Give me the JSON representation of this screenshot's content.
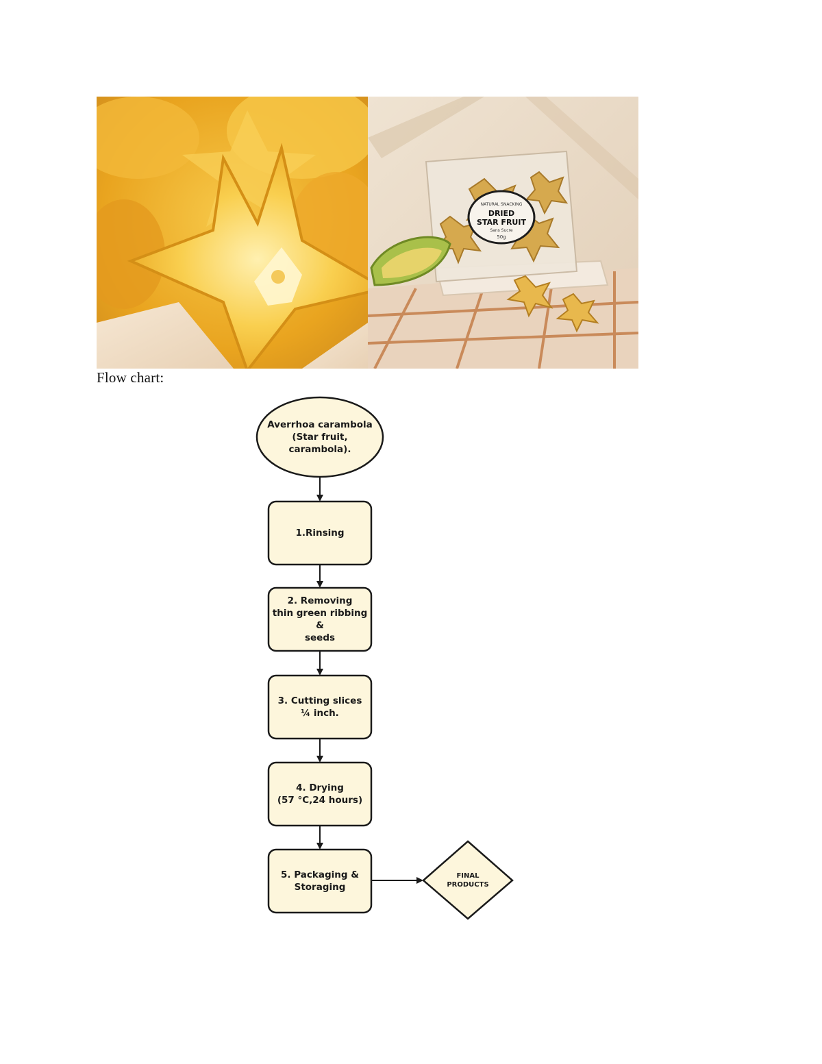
{
  "images": {
    "left_photo": "Dried star fruit slices close-up",
    "right_photo": {
      "label_brand": "NATURAL SNACKING",
      "label_title_line1": "DRIED",
      "label_title_line2": "STAR FRUIT",
      "label_sub": "Sans Sucre",
      "label_weight": "50g"
    }
  },
  "flow_heading": "Flow chart:",
  "flowchart": {
    "start": "Averrhoa carambola\n(Star fruit,\ncarambola).",
    "steps": [
      "1.Rinsing",
      "2. Removing\nthin green ribbing &\nseeds",
      "3. Cutting slices\n¼ inch.",
      "4. Drying\n(57 °C,24 hours)",
      "5. Packaging &\nStoraging"
    ],
    "end": "FINAL\nPRODUCTS"
  },
  "colors": {
    "node_fill": "#fdf6dc",
    "node_stroke": "#1a1a1a",
    "arrow": "#1a1a1a"
  }
}
